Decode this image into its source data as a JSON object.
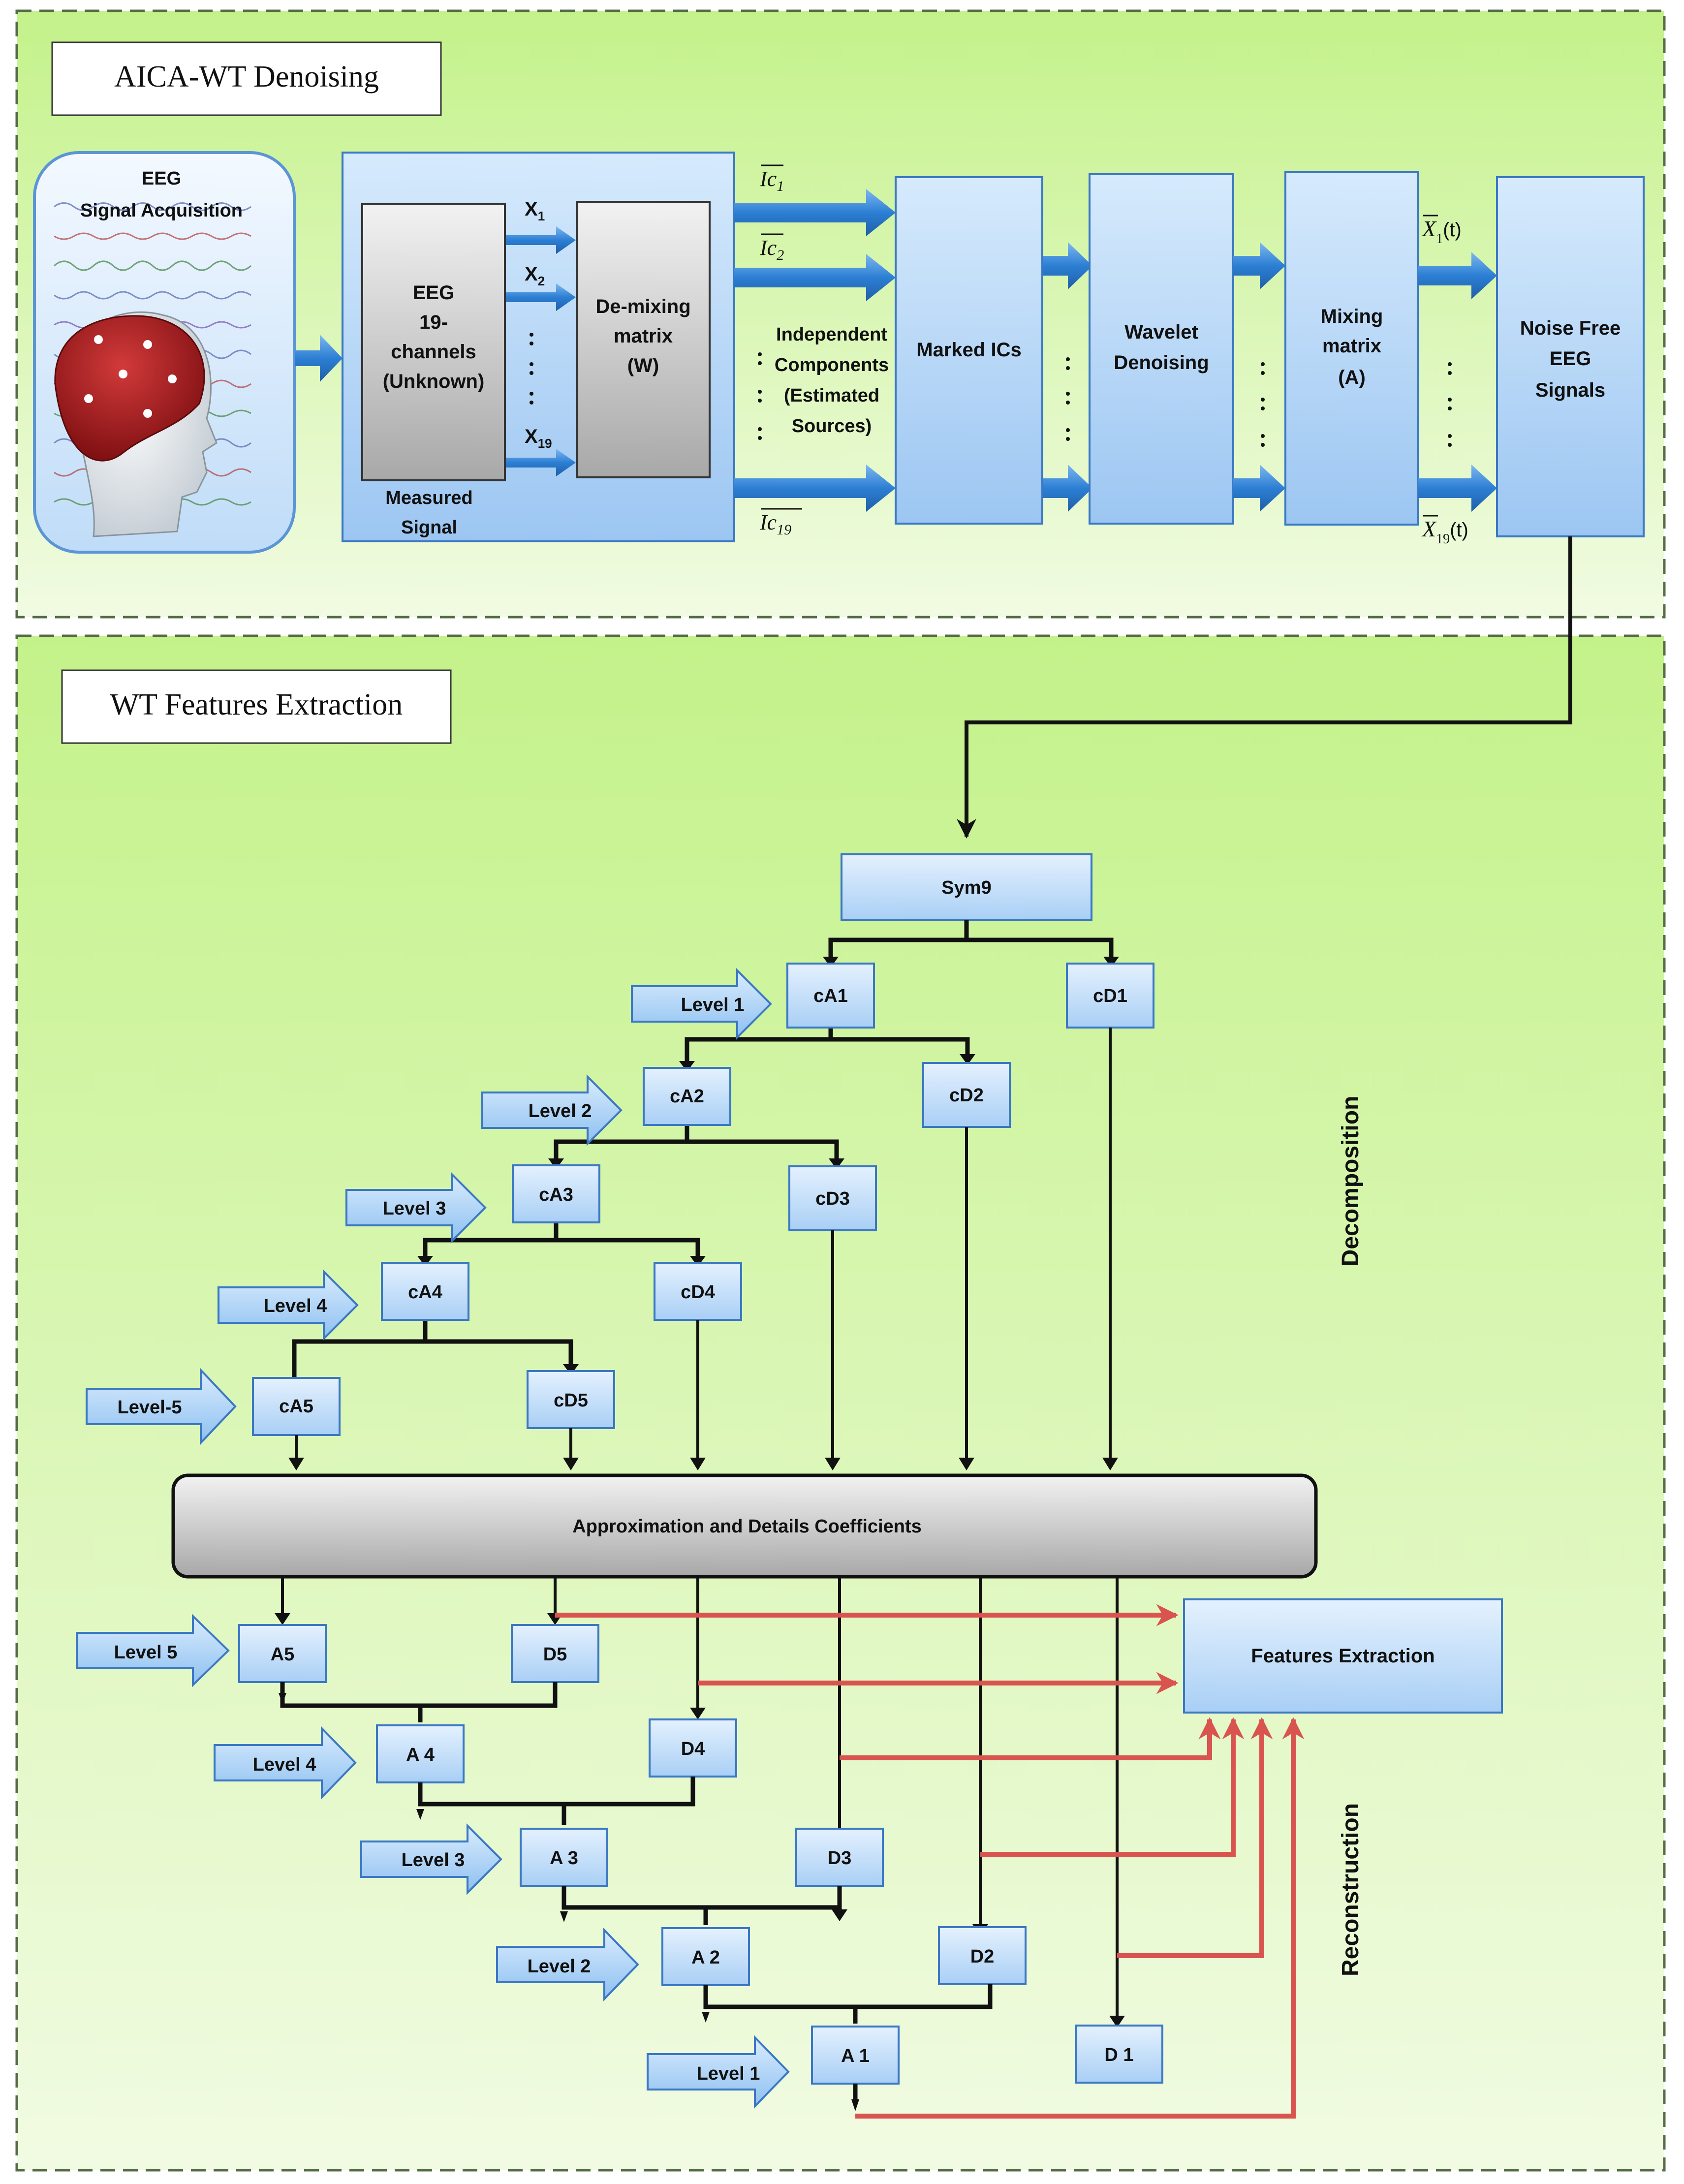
{
  "panels": {
    "denoising_title": "AICA-WT Denoising",
    "features_title": "WT Features Extraction"
  },
  "acquisition": {
    "line1": "EEG",
    "line2": "Signal Acquisition"
  },
  "eeg_channels": {
    "lines": [
      "EEG",
      "19-",
      "channels",
      "(Unknown)"
    ]
  },
  "measured_signal": {
    "line1": "Measured",
    "line2": "Signal"
  },
  "demixing": {
    "lines": [
      "De-mixing",
      "matrix",
      "(W)"
    ]
  },
  "inputs": {
    "x1": "X",
    "x1_sub": "1",
    "x2": "X",
    "x2_sub": "2",
    "x19": "X",
    "x19_sub": "19"
  },
  "ics": {
    "ic1": "Ic",
    "ic1_sub": "1",
    "ic2": "Ic",
    "ic2_sub": "2",
    "ic19": "Ic",
    "ic19_sub": "19"
  },
  "independent_components": {
    "lines": [
      "Independent",
      "Components",
      "(Estimated",
      "Sources)"
    ]
  },
  "marked_ics": {
    "label": "Marked ICs"
  },
  "wavelet_denoising": {
    "lines": [
      "Wavelet",
      "Denoising"
    ]
  },
  "mixing": {
    "lines": [
      "Mixing",
      "matrix",
      "(A)"
    ]
  },
  "outputs": {
    "x1": "X",
    "x1_sub": "1",
    "x1_tail": "(t)",
    "x19": "X",
    "x19_sub": "19",
    "x19_tail": "(t)"
  },
  "noise_free": {
    "lines": [
      "Noise Free",
      "EEG",
      "Signals"
    ]
  },
  "sym9": "Sym9",
  "decomposition": {
    "approx": [
      "cA1",
      "cA2",
      "cA3",
      "cA4",
      "cA5"
    ],
    "details": [
      "cD1",
      "cD2",
      "cD3",
      "cD4",
      "cD5"
    ],
    "levels": [
      "Level 1",
      "Level 2",
      "Level 3",
      "Level 4",
      "Level-5"
    ]
  },
  "coefficients": "Approximation and Details Coefficients",
  "reconstruction": {
    "approx": [
      "A 1",
      "A 2",
      "A 3",
      "A 4",
      "A5"
    ],
    "details": [
      "D 1",
      "D2",
      "D3",
      "D4",
      "D5"
    ],
    "levels": [
      "Level 1",
      "Level 2",
      "Level 3",
      "Level 4",
      "Level 5"
    ]
  },
  "features_extraction": "Features Extraction",
  "side_labels": {
    "decomposition": "Decomposition",
    "reconstruction": "Reconstruction"
  },
  "colors": {
    "panel_bg": "#e6f8c8",
    "panel_border": "#5a7a4a",
    "box_blue": "#bcdcfa",
    "box_border": "#3b78c4",
    "gray_box": "#c8c8c8",
    "arrow_blue": "#2e7fd6",
    "red_line": "#d9534f"
  }
}
